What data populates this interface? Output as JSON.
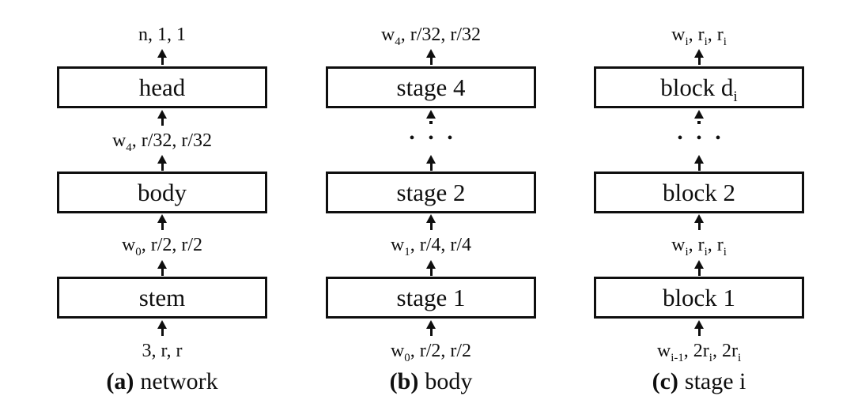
{
  "figure": {
    "background_color": "#ffffff",
    "ink_color": "#0f0f0f",
    "ellipsis_glyph": "• • •",
    "columns": [
      {
        "caption_prefix": "(a)",
        "caption_label": "network",
        "top_label": "n, 1, 1",
        "boxes": [
          "head",
          "body",
          "stem"
        ],
        "mid_label": "w~4~, r/32, r/32",
        "low_label": "w~0~, r/2, r/2",
        "bottom_label": "3, r, r",
        "has_ellipsis": false
      },
      {
        "caption_prefix": "(b)",
        "caption_label": "body",
        "top_label": "w~4~, r/32, r/32",
        "boxes": [
          "stage 4",
          "stage 2",
          "stage 1"
        ],
        "low_label": "w~1~, r/4, r/4",
        "bottom_label": "w~0~, r/2, r/2",
        "has_ellipsis": true
      },
      {
        "caption_prefix": "(c)",
        "caption_label": "stage i",
        "top_label": "w~i~, r~i~, r~i~",
        "boxes": [
          "block d~i~",
          "block 2",
          "block 1"
        ],
        "low_label": "w~i~, r~i~, r~i~",
        "bottom_label": "w~i-1~, 2r~i~, 2r~i~",
        "has_ellipsis": true
      }
    ]
  }
}
